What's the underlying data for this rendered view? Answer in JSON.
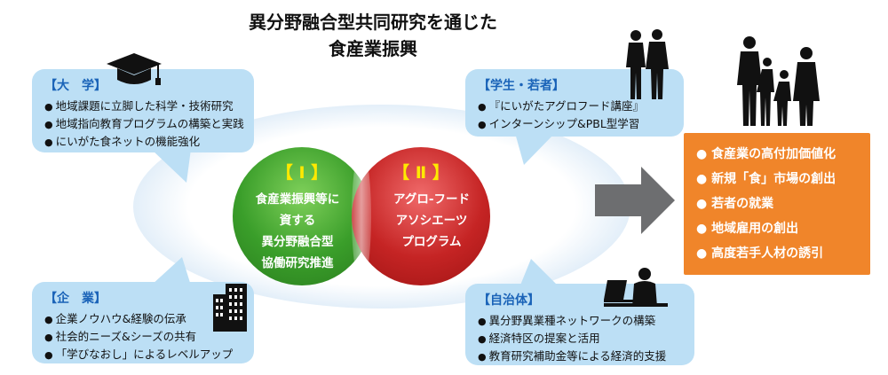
{
  "title": {
    "line1": "異分野融合型共同研究を通じた",
    "line2": "食産業振興"
  },
  "university": {
    "heading": "【大　学】",
    "items": [
      "地域課題に立脚した科学・技術研究",
      "地域指向教育プログラムの構築と実践",
      "にいがた食ネットの機能強化"
    ]
  },
  "students": {
    "heading": "【学生・若者】",
    "items": [
      "『にいがたアグロフード講座』",
      "インターンシップ&PBL型学習"
    ]
  },
  "company": {
    "heading": "【企　業】",
    "items": [
      "企業ノウハウ&経験の伝承",
      "社会的ニーズ&シーズの共有",
      "「学びなおし」によるレベルアップ"
    ]
  },
  "government": {
    "heading": "【自治体】",
    "items": [
      "異分野異業種ネットワークの構築",
      "経済特区の提案と活用",
      "教育研究補助金等による経済的支援"
    ]
  },
  "circle1": {
    "roman": "【 Ⅰ 】",
    "lines": [
      "食産業振興等に",
      "資する",
      "異分野融合型",
      "協働研究推進"
    ]
  },
  "circle2": {
    "roman": "【 Ⅱ 】",
    "lines": [
      "アグロ-フード",
      "アソシエーツ",
      "プログラム"
    ]
  },
  "outcomes": {
    "items": [
      "食産業の高付加価値化",
      "新規「食」市場の創出",
      "若者の就業",
      "地域雇用の創出",
      "高度若手人材の誘引"
    ]
  },
  "colors": {
    "box_bg": "#bcdff5",
    "heading": "#1a63b8",
    "circle1": "#3a9e2a",
    "circle2": "#c52424",
    "roman": "#ffe900",
    "outcome_bg": "#f0852a",
    "arrow": "#6d6e70"
  },
  "icons": {
    "university": "graduation-cap-icon",
    "students": "couple-silhouette-icon",
    "company": "office-building-icon",
    "government": "person-at-computer-icon",
    "outcomes": "family-silhouette-icon",
    "arrow": "right-arrow-icon"
  }
}
